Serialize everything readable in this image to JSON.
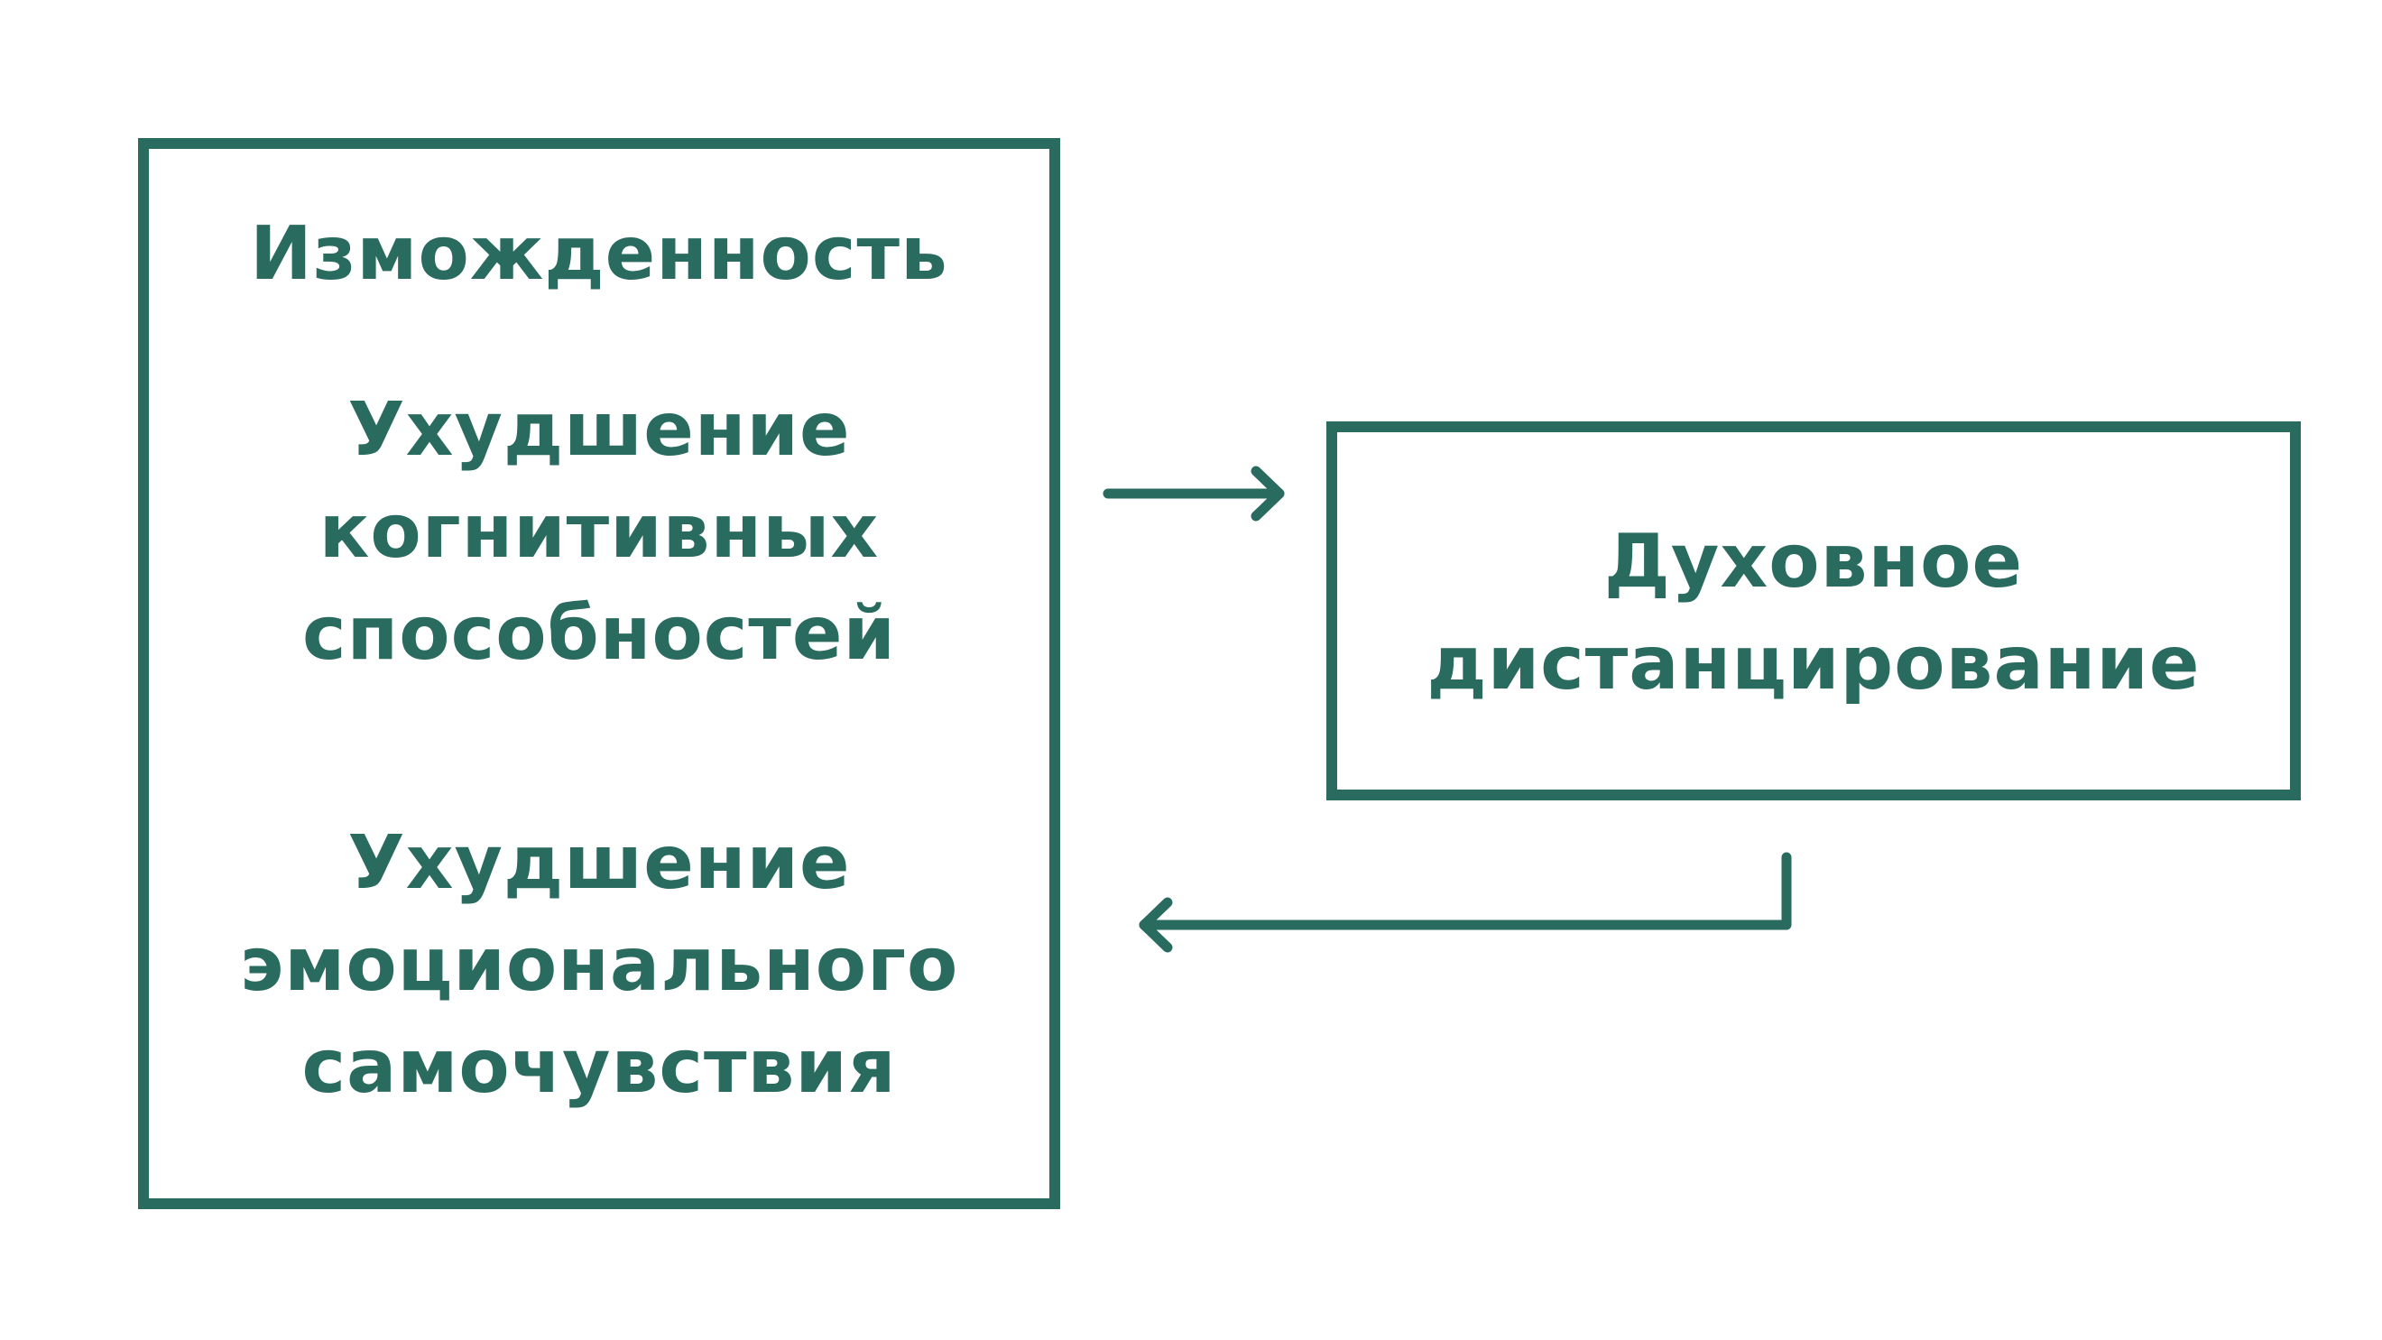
{
  "diagram": {
    "accent_color": "#2a6b5f",
    "left_box": {
      "items": [
        "Изможденность",
        "Ухудшение\nкогнитивных\nспособностей",
        "Ухудшение\nэмоционального\nсамочувствия"
      ]
    },
    "right_box": {
      "label": "Духовное\nдистанцирование"
    }
  }
}
